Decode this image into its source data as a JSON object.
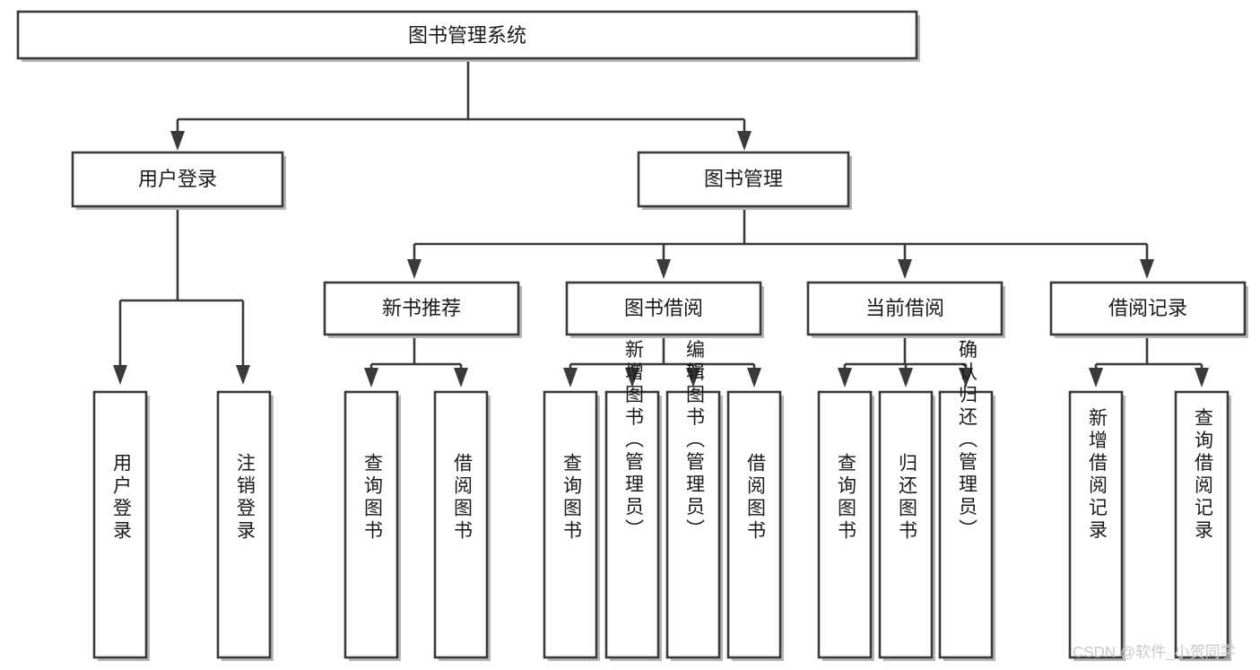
{
  "diagram": {
    "title": "图书管理系统",
    "watermark": "CSDN @软件_小贺同学",
    "colors": {
      "box_stroke": "#3a3a3a",
      "box_fill": "#ffffff",
      "text": "#1a1a1a",
      "watermark": "#c9c9c9",
      "background": "#ffffff"
    },
    "root": {
      "label": "图书管理系统"
    },
    "level2": [
      {
        "label": "用户登录"
      },
      {
        "label": "图书管理"
      }
    ],
    "level3": [
      {
        "label": "新书推荐"
      },
      {
        "label": "图书借阅"
      },
      {
        "label": "当前借阅"
      },
      {
        "label": "借阅记录"
      }
    ],
    "leaves": {
      "user_login": [
        {
          "label": "用户登录"
        },
        {
          "label": "注销登录"
        }
      ],
      "new_book_recommend": [
        {
          "label": "查询图书"
        },
        {
          "label": "借阅图书"
        }
      ],
      "book_borrow": [
        {
          "label": "查询图书"
        },
        {
          "label": "新增图书（管理员）"
        },
        {
          "label": "编辑图书（管理员）"
        },
        {
          "label": "借阅图书"
        }
      ],
      "current_borrow": [
        {
          "label": "查询图书"
        },
        {
          "label": "归还图书"
        },
        {
          "label": "确认归还（管理员）"
        }
      ],
      "borrow_record": [
        {
          "label": "新增借阅记录"
        },
        {
          "label": "查询借阅记录"
        }
      ]
    }
  },
  "chart_data": {
    "type": "diagram",
    "subtype": "tree-hierarchy",
    "title": "图书管理系统",
    "nodes": [
      {
        "id": "root",
        "label": "图书管理系统",
        "level": 0,
        "parent": null
      },
      {
        "id": "n-user-login",
        "label": "用户登录",
        "level": 1,
        "parent": "root"
      },
      {
        "id": "n-book-manage",
        "label": "图书管理",
        "level": 1,
        "parent": "root"
      },
      {
        "id": "n-new-book",
        "label": "新书推荐",
        "level": 2,
        "parent": "n-book-manage"
      },
      {
        "id": "n-book-borrow",
        "label": "图书借阅",
        "level": 2,
        "parent": "n-book-manage"
      },
      {
        "id": "n-current-borrow",
        "label": "当前借阅",
        "level": 2,
        "parent": "n-book-manage"
      },
      {
        "id": "n-borrow-record",
        "label": "借阅记录",
        "level": 2,
        "parent": "n-book-manage"
      },
      {
        "id": "l-user-login-1",
        "label": "用户登录",
        "level": 3,
        "parent": "n-user-login"
      },
      {
        "id": "l-user-login-2",
        "label": "注销登录",
        "level": 3,
        "parent": "n-user-login"
      },
      {
        "id": "l-new-book-1",
        "label": "查询图书",
        "level": 3,
        "parent": "n-new-book"
      },
      {
        "id": "l-new-book-2",
        "label": "借阅图书",
        "level": 3,
        "parent": "n-new-book"
      },
      {
        "id": "l-book-borrow-1",
        "label": "查询图书",
        "level": 3,
        "parent": "n-book-borrow"
      },
      {
        "id": "l-book-borrow-2",
        "label": "新增图书（管理员）",
        "level": 3,
        "parent": "n-book-borrow"
      },
      {
        "id": "l-book-borrow-3",
        "label": "编辑图书（管理员）",
        "level": 3,
        "parent": "n-book-borrow"
      },
      {
        "id": "l-book-borrow-4",
        "label": "借阅图书",
        "level": 3,
        "parent": "n-book-borrow"
      },
      {
        "id": "l-current-borrow-1",
        "label": "查询图书",
        "level": 3,
        "parent": "n-current-borrow"
      },
      {
        "id": "l-current-borrow-2",
        "label": "归还图书",
        "level": 3,
        "parent": "n-current-borrow"
      },
      {
        "id": "l-current-borrow-3",
        "label": "确认归还（管理员）",
        "level": 3,
        "parent": "n-current-borrow"
      },
      {
        "id": "l-borrow-record-1",
        "label": "新增借阅记录",
        "level": 3,
        "parent": "n-borrow-record"
      },
      {
        "id": "l-borrow-record-2",
        "label": "查询借阅记录",
        "level": 3,
        "parent": "n-borrow-record"
      }
    ]
  }
}
